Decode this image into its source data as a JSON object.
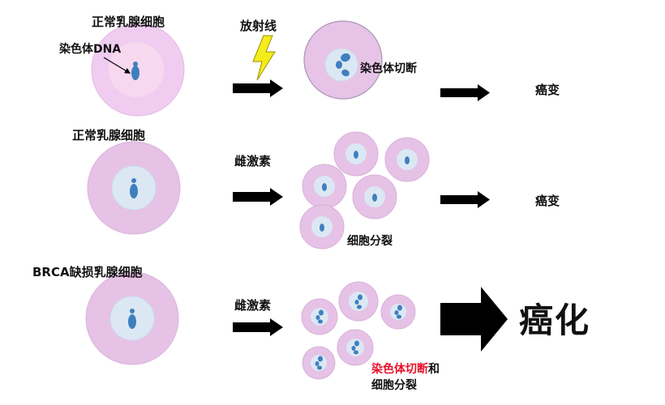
{
  "rows": [
    {
      "cell_label": "正常乳腺细胞",
      "dna_label": "染色体DNA",
      "cause": "放射线",
      "result_label": "染色体切断",
      "outcome": "癌变"
    },
    {
      "cell_label": "正常乳腺细胞",
      "cause": "雌激素",
      "result_label": "细胞分裂",
      "outcome": "癌变"
    },
    {
      "cell_label": "BRCA缺损乳腺细胞",
      "cause": "雌激素",
      "result_label_red": "染色体切断",
      "result_label_black": "和",
      "result_label_line2": "细胞分裂",
      "outcome": "癌化"
    }
  ],
  "colors": {
    "outer_cell": "#e8c6e8",
    "outer_cell_edge": "#d9a9d9",
    "inner_cell": "#dbe8f4",
    "inner_cell_edge": "#bcd3ea",
    "nucleus": "#3f7fbd",
    "arrow": "#000000",
    "lightning": "#f5ec1b",
    "highlight_text": "#e8102a"
  },
  "icons": [
    "lightning-icon",
    "arrow-right-icon",
    "cell-icon",
    "chromosome-icon"
  ]
}
